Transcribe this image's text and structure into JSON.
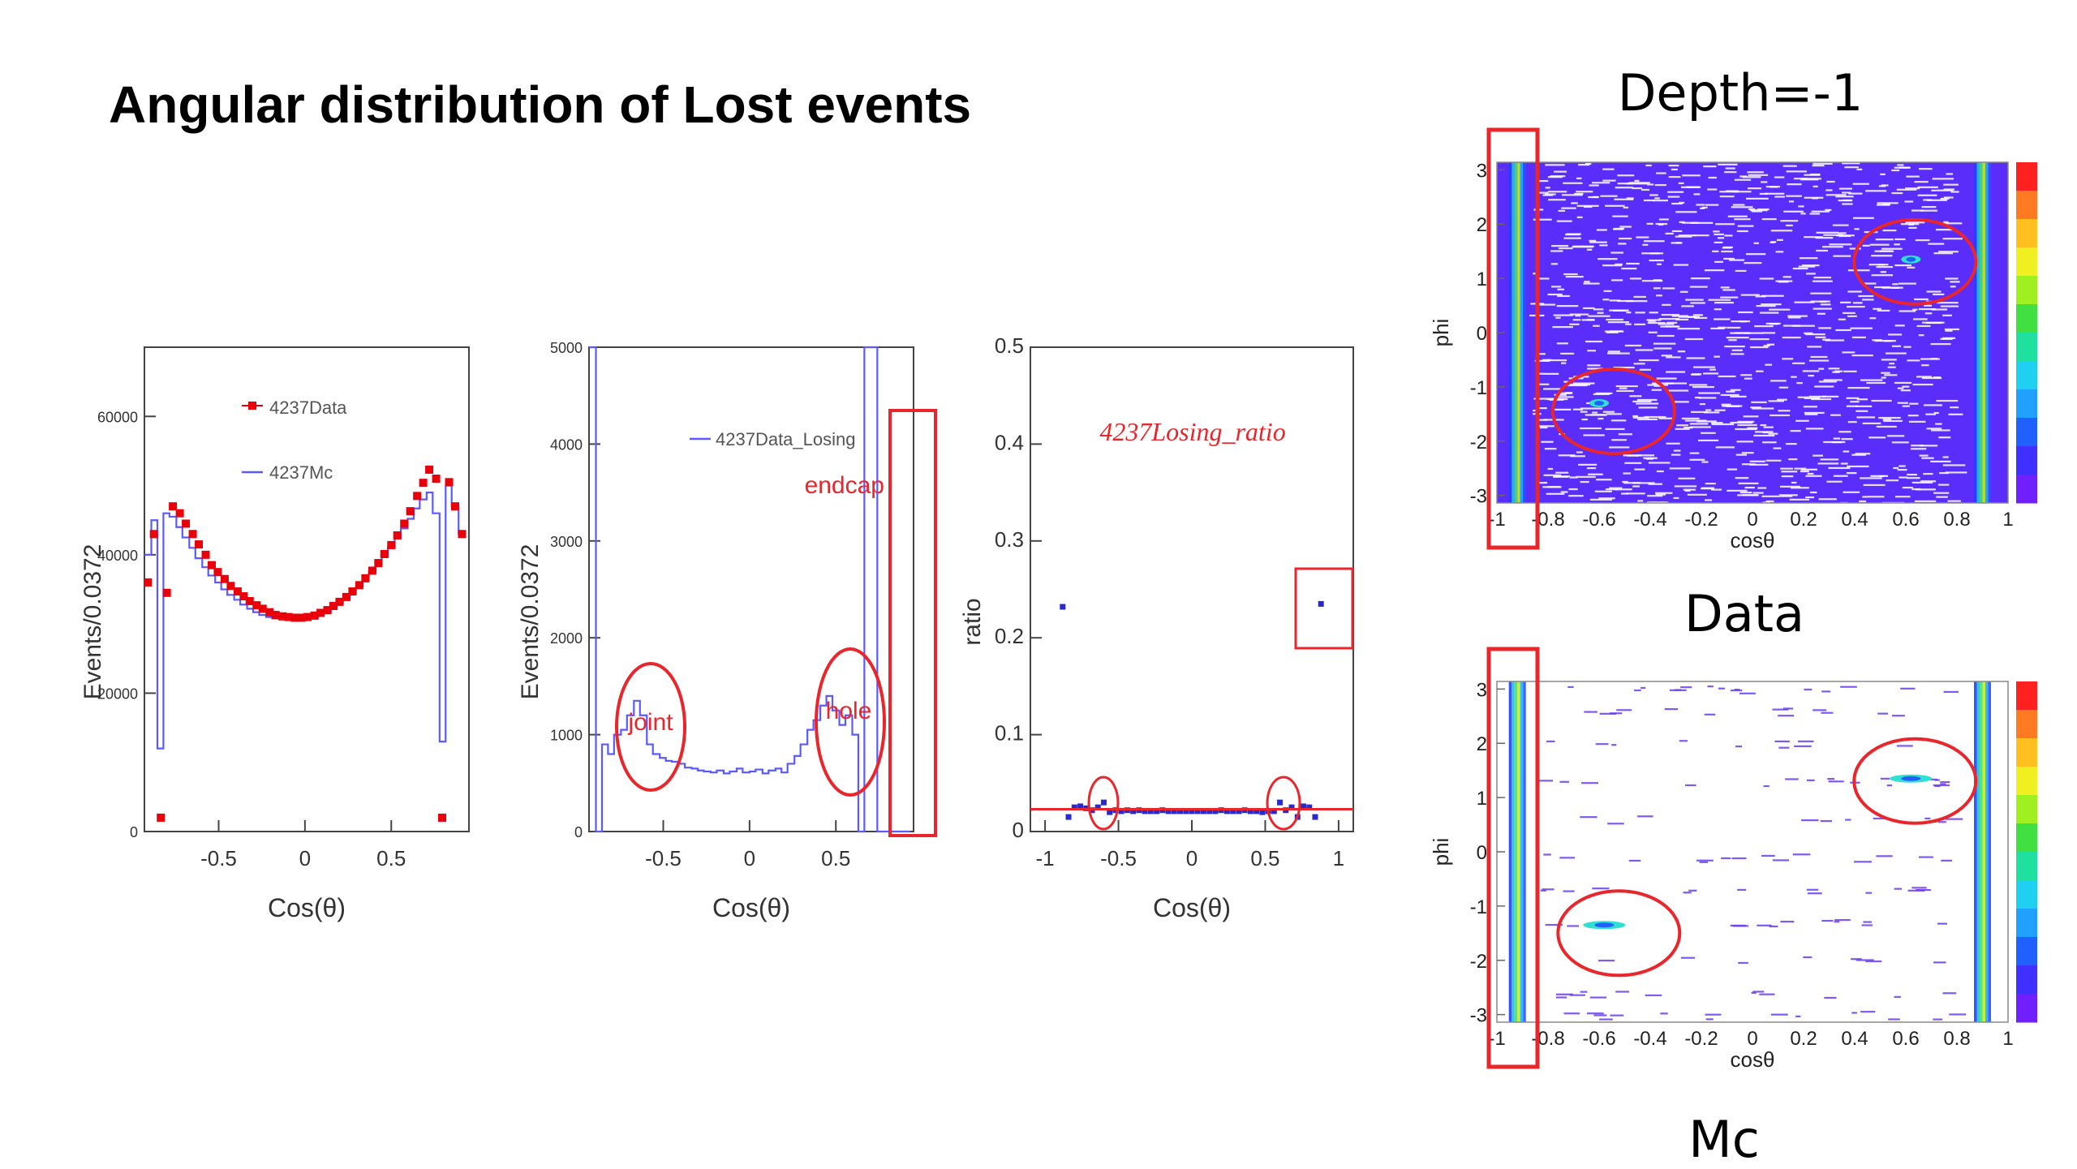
{
  "slide": {
    "title": "Angular distribution of Lost events",
    "caption_top": "Depth=-1",
    "caption_data": "Data",
    "caption_mc": "Mc"
  },
  "colors": {
    "data_marker": "#e8000b",
    "mc_line": "#5a5aff",
    "annotation": "#e8262b",
    "fit_line": "#e8262b",
    "heat_background": "#5a2dfa"
  },
  "chart_data": [
    {
      "type": "line",
      "name": "panel1",
      "xlabel": "Cos(θ)",
      "ylabel": "Events/0.0372",
      "xlim": [
        -0.93,
        0.95
      ],
      "ylim": [
        0,
        70000
      ],
      "xticks": [
        -0.5,
        0,
        0.5
      ],
      "xtick_labels": [
        "-0.5",
        "0",
        "0.5"
      ],
      "yticks": [
        0,
        20000,
        40000,
        60000
      ],
      "ytick_labels": [
        "0",
        "20000",
        "40000",
        "60000"
      ],
      "legend": [
        "4237Data",
        "4237Mc"
      ],
      "legend_position": "top-center",
      "series": [
        {
          "name": "4237Data",
          "style": "markers",
          "x": [
            -0.91,
            -0.875,
            -0.835,
            -0.8,
            -0.765,
            -0.725,
            -0.69,
            -0.65,
            -0.615,
            -0.575,
            -0.54,
            -0.505,
            -0.465,
            -0.43,
            -0.39,
            -0.355,
            -0.32,
            -0.28,
            -0.245,
            -0.205,
            -0.17,
            -0.13,
            -0.095,
            -0.06,
            -0.02,
            0.015,
            0.055,
            0.09,
            0.13,
            0.165,
            0.2,
            0.24,
            0.275,
            0.315,
            0.35,
            0.39,
            0.425,
            0.46,
            0.5,
            0.535,
            0.575,
            0.61,
            0.65,
            0.685,
            0.72,
            0.76,
            0.795,
            0.835,
            0.87,
            0.91
          ],
          "y": [
            36000,
            43000,
            2000,
            34500,
            47000,
            46000,
            44500,
            43000,
            41500,
            40000,
            38500,
            37500,
            36500,
            35500,
            34700,
            34000,
            33300,
            32700,
            32200,
            31700,
            31300,
            31100,
            31000,
            30900,
            30900,
            31000,
            31200,
            31600,
            32000,
            32600,
            33200,
            33900,
            34700,
            35600,
            36600,
            37700,
            38800,
            40100,
            41400,
            42800,
            44500,
            46300,
            48500,
            50400,
            52300,
            51000,
            2000,
            50500,
            47000,
            43000
          ]
        },
        {
          "name": "4237Mc",
          "style": "step",
          "x": [
            -0.93,
            -0.89,
            -0.855,
            -0.82,
            -0.785,
            -0.745,
            -0.71,
            -0.67,
            -0.635,
            -0.595,
            -0.56,
            -0.52,
            -0.485,
            -0.45,
            -0.41,
            -0.375,
            -0.335,
            -0.3,
            -0.265,
            -0.225,
            -0.19,
            -0.15,
            -0.115,
            -0.075,
            -0.04,
            0.0,
            0.035,
            0.075,
            0.11,
            0.15,
            0.185,
            0.22,
            0.26,
            0.295,
            0.335,
            0.37,
            0.41,
            0.445,
            0.48,
            0.52,
            0.555,
            0.595,
            0.63,
            0.665,
            0.705,
            0.74,
            0.78,
            0.815,
            0.85,
            0.89,
            0.93
          ],
          "y": [
            40000,
            45000,
            12000,
            46000,
            45500,
            44000,
            42500,
            41000,
            39500,
            38200,
            37000,
            36000,
            35000,
            34200,
            33500,
            32800,
            32200,
            31700,
            31300,
            31000,
            30800,
            30700,
            30600,
            30600,
            30700,
            30800,
            31000,
            31300,
            31700,
            32300,
            32900,
            33600,
            34500,
            35400,
            36400,
            37500,
            38600,
            39800,
            41100,
            42400,
            43800,
            45200,
            46700,
            48000,
            49000,
            46000,
            13000,
            50000,
            47000,
            43000,
            43000
          ]
        }
      ]
    },
    {
      "type": "line",
      "name": "panel2",
      "xlabel": "Cos(θ)",
      "ylabel": "Events/0.0372",
      "xlim": [
        -0.93,
        0.95
      ],
      "ylim": [
        0,
        5000
      ],
      "xticks": [
        -0.5,
        0,
        0.5
      ],
      "xtick_labels": [
        "-0.5",
        "0",
        "0.5"
      ],
      "yticks": [
        0,
        1000,
        2000,
        3000,
        4000,
        5000
      ],
      "ytick_labels": [
        "0",
        "1000",
        "2000",
        "3000",
        "4000",
        "5000"
      ],
      "legend": [
        "4237Data_Losing"
      ],
      "legend_position": "top-center",
      "annotations": [
        "joint",
        "hole",
        "endcap"
      ],
      "series": [
        {
          "name": "4237Data_Losing",
          "style": "step",
          "x": [
            -0.93,
            -0.89,
            -0.855,
            -0.82,
            -0.785,
            -0.745,
            -0.71,
            -0.67,
            -0.635,
            -0.595,
            -0.56,
            -0.52,
            -0.485,
            -0.45,
            -0.41,
            -0.375,
            -0.335,
            -0.3,
            -0.265,
            -0.225,
            -0.19,
            -0.15,
            -0.115,
            -0.075,
            -0.04,
            0.0,
            0.035,
            0.075,
            0.11,
            0.15,
            0.185,
            0.22,
            0.26,
            0.295,
            0.335,
            0.37,
            0.41,
            0.445,
            0.48,
            0.52,
            0.555,
            0.595,
            0.63,
            0.665,
            0.705,
            0.74,
            0.78,
            0.815,
            0.85,
            0.89,
            0.93
          ],
          "y": [
            5000,
            0,
            900,
            800,
            1000,
            1050,
            1200,
            1350,
            1200,
            900,
            800,
            760,
            730,
            720,
            700,
            660,
            650,
            630,
            620,
            610,
            630,
            600,
            620,
            650,
            610,
            620,
            640,
            600,
            630,
            650,
            610,
            700,
            780,
            900,
            1050,
            1150,
            1300,
            1400,
            1250,
            1100,
            1200,
            1000,
            0,
            5000,
            5000,
            0,
            0,
            0,
            0,
            0,
            0
          ]
        }
      ]
    },
    {
      "type": "scatter",
      "name": "panel3",
      "xlabel": "Cos(θ)",
      "ylabel": "ratio",
      "xlim": [
        -1.1,
        1.1
      ],
      "ylim": [
        0,
        0.5
      ],
      "xticks": [
        -1,
        -0.5,
        0,
        0.5,
        1
      ],
      "xtick_labels": [
        "-1",
        "-0.5",
        "0",
        "0.5",
        "1"
      ],
      "yticks": [
        0,
        0.1,
        0.2,
        0.3,
        0.4,
        0.5
      ],
      "ytick_labels": [
        "0",
        "0.1",
        "0.2",
        "0.3",
        "0.4",
        "0.5"
      ],
      "legend": [
        "4237Losing_ratio"
      ],
      "legend_position": "top-center",
      "fit_value": 0.023,
      "series": [
        {
          "name": "4237Losing_ratio",
          "x": [
            -0.88,
            -0.84,
            -0.8,
            -0.76,
            -0.72,
            -0.68,
            -0.64,
            -0.6,
            -0.56,
            -0.52,
            -0.48,
            -0.44,
            -0.4,
            -0.36,
            -0.32,
            -0.28,
            -0.24,
            -0.2,
            -0.16,
            -0.12,
            -0.08,
            -0.04,
            0.0,
            0.04,
            0.08,
            0.12,
            0.16,
            0.2,
            0.24,
            0.28,
            0.32,
            0.36,
            0.4,
            0.44,
            0.48,
            0.52,
            0.56,
            0.6,
            0.64,
            0.68,
            0.72,
            0.76,
            0.8,
            0.84,
            0.88
          ],
          "y": [
            0.232,
            0.015,
            0.025,
            0.026,
            0.024,
            0.022,
            0.025,
            0.03,
            0.02,
            0.022,
            0.021,
            0.022,
            0.021,
            0.022,
            0.021,
            0.021,
            0.021,
            0.022,
            0.021,
            0.021,
            0.021,
            0.021,
            0.021,
            0.021,
            0.021,
            0.021,
            0.021,
            0.022,
            0.021,
            0.021,
            0.021,
            0.022,
            0.021,
            0.021,
            0.02,
            0.021,
            0.021,
            0.03,
            0.022,
            0.025,
            0.015,
            0.026,
            0.025,
            0.015,
            0.235
          ]
        }
      ]
    },
    {
      "type": "heatmap",
      "name": "data_map",
      "xlabel": "cosθ",
      "ylabel": "phi",
      "xlim": [
        -1,
        1
      ],
      "ylim": [
        -3.14,
        3.14
      ],
      "xtick_labels": [
        "-1",
        "-0.8",
        "-0.6",
        "-0.4",
        "-0.2",
        "0",
        "0.2",
        "0.4",
        "0.6",
        "0.8",
        "1"
      ],
      "ytick_labels": [
        "3",
        "2",
        "1",
        "0",
        "-1",
        "-2",
        "-3"
      ],
      "hotspots": [
        {
          "x": -0.6,
          "y": -1.3
        },
        {
          "x": 0.62,
          "y": 1.35
        }
      ],
      "endcap_bands": [
        -0.92,
        0.9
      ]
    },
    {
      "type": "heatmap",
      "name": "mc_map",
      "xlabel": "cosθ",
      "ylabel": "phi",
      "xlim": [
        -1,
        1
      ],
      "ylim": [
        -3.14,
        3.14
      ],
      "xtick_labels": [
        "-1",
        "-0.8",
        "-0.6",
        "-0.4",
        "-0.2",
        "0",
        "0.2",
        "0.4",
        "0.6",
        "0.8",
        "1"
      ],
      "ytick_labels": [
        "3",
        "2",
        "1",
        "0",
        "-1",
        "-2",
        "-3"
      ],
      "hotspots": [
        {
          "x": -0.58,
          "y": -1.35
        },
        {
          "x": 0.62,
          "y": 1.35
        }
      ],
      "endcap_bands": [
        -0.92,
        0.9
      ]
    }
  ]
}
